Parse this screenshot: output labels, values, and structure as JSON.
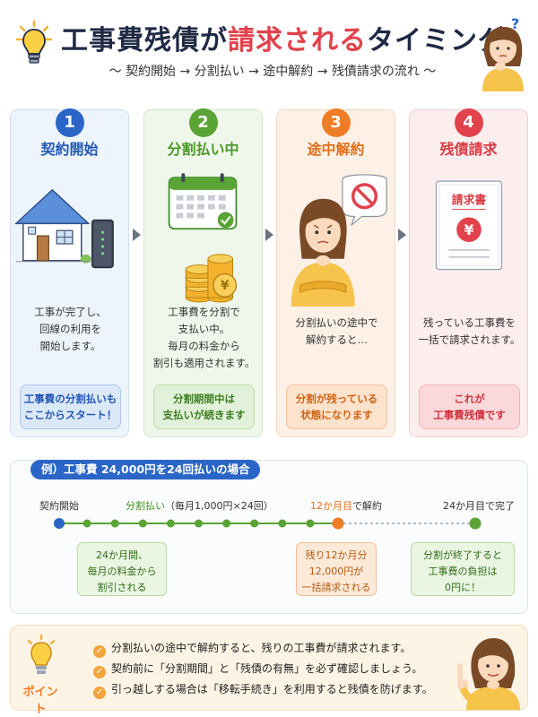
{
  "header": {
    "title_part1": "工事費残債が",
    "title_part2": "請求される",
    "title_part3": "タイミング",
    "subtitle": "〜 契約開始 → 分割払い → 途中解約 → 残債請求の流れ 〜",
    "question_mark": "?"
  },
  "steps": [
    {
      "number": "1",
      "title": "契約開始",
      "desc": [
        "工事が完了し、",
        "回線の利用を",
        "開始します。"
      ],
      "note": [
        "工事費の分割払いも",
        "ここからスタート！"
      ]
    },
    {
      "number": "2",
      "title": "分割払い中",
      "desc": [
        "工事費を分割で",
        "支払い中。",
        "毎月の料金から",
        "割引も適用されます。"
      ],
      "note": [
        "分割期間中は",
        "支払いが続きます"
      ],
      "yen_symbol": "¥"
    },
    {
      "number": "3",
      "title": "途中解約",
      "desc": [
        "分割払いの途中で",
        "解約すると…"
      ],
      "note": [
        "分割が残っている",
        "状態になります"
      ]
    },
    {
      "number": "4",
      "title": "残債請求",
      "desc": [
        "残っている工事費を",
        "一括で請求されます。"
      ],
      "note": [
        "これが",
        "工事費残債です"
      ],
      "invoice_label": "請求書",
      "yen_symbol": "¥"
    }
  ],
  "example": {
    "title": "例）工事費 24,000円を24回払いの場合",
    "start_label": "契約開始",
    "installment_label": "分割払い",
    "installment_detail": "（毎月1,000円×24回）",
    "cancel_month": "12か月目",
    "cancel_suffix": "で解約",
    "end_label": "24か月目で完了",
    "total_installments": 24,
    "cancel_at": 12,
    "box_green_1": [
      "24か月間、",
      "毎月の料金から",
      "割引される"
    ],
    "box_orange": [
      "残り12か月分",
      "12,000円が",
      "一括請求される"
    ],
    "box_green_2": [
      "分割が終了すると",
      "工事費の負担は",
      "0円に！"
    ]
  },
  "point": {
    "label": "ポイント",
    "check": "✓",
    "items": [
      "分割払いの途中で解約すると、残りの工事費が請求されます。",
      "契約前に「分割期間」と「残債の有無」を必ず確認しましょう。",
      "引っ越しする場合は「移転手続き」を利用すると残債を防げます。"
    ]
  },
  "colors": {
    "blue": "#2b66c7",
    "green": "#5aa335",
    "orange": "#ef7d25",
    "red": "#e2424b",
    "navy": "#1f2a44"
  }
}
